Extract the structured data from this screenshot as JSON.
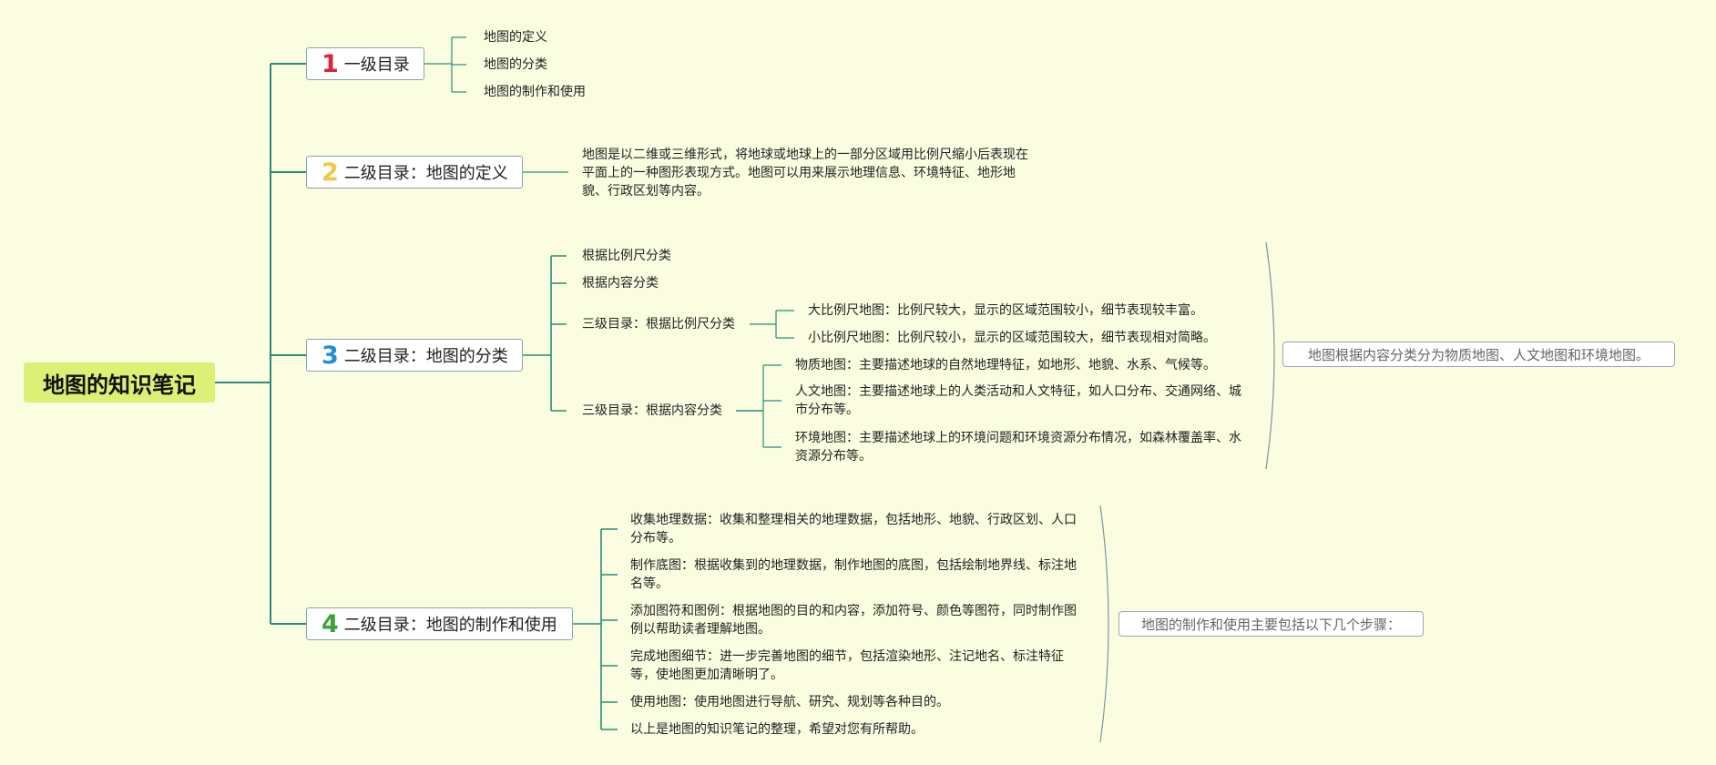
{
  "colors": {
    "background": "#fbfde0",
    "root_fill": "#dbf074",
    "connector": "#2b8a7e",
    "num1": "#d9233b",
    "num2": "#eec94a",
    "num3": "#2190d7",
    "num4": "#3aa33b"
  },
  "root": {
    "title": "地图的知识笔记"
  },
  "branches": [
    {
      "num": "1",
      "label": "一级目录",
      "children": [
        "地图的定义",
        "地图的分类",
        "地图的制作和使用"
      ]
    },
    {
      "num": "2",
      "label": "二级目录：地图的定义",
      "children": [
        "地图是以二维或三维形式，将地球或地球上的一部分区域用比例尺缩小后表现在平面上的一种图形表现方式。地图可以用来展示地理信息、环境特征、地形地貌、行政区划等内容。"
      ]
    },
    {
      "num": "3",
      "label": "二级目录：地图的分类",
      "children": [
        "根据比例尺分类",
        "根据内容分类",
        "三级目录：根据比例尺分类",
        "三级目录：根据内容分类"
      ],
      "scale_children": [
        "大比例尺地图：比例尺较大，显示的区域范围较小，细节表现较丰富。",
        "小比例尺地图：比例尺较小，显示的区域范围较大，细节表现相对简略。"
      ],
      "content_children": [
        "物质地图：主要描述地球的自然地理特征，如地形、地貌、水系、气候等。",
        "人文地图：主要描述地球上的人类活动和人文特征，如人口分布、交通网络、城市分布等。",
        "环境地图：主要描述地球上的环境问题和环境资源分布情况，如森林覆盖率、水资源分布等。"
      ],
      "summary": "地图根据内容分类分为物质地图、人文地图和环境地图。"
    },
    {
      "num": "4",
      "label": "二级目录：地图的制作和使用",
      "children": [
        "收集地理数据：收集和整理相关的地理数据，包括地形、地貌、行政区划、人口分布等。",
        "制作底图：根据收集到的地理数据，制作地图的底图，包括绘制地界线、标注地名等。",
        "添加图符和图例：根据地图的目的和内容，添加符号、颜色等图符，同时制作图例以帮助读者理解地图。",
        "完成地图细节：进一步完善地图的细节，包括渲染地形、注记地名、标注特征等，使地图更加清晰明了。",
        "使用地图：使用地图进行导航、研究、规划等各种目的。",
        "以上是地图的知识笔记的整理，希望对您有所帮助。"
      ],
      "summary": "地图的制作和使用主要包括以下几个步骤："
    }
  ]
}
